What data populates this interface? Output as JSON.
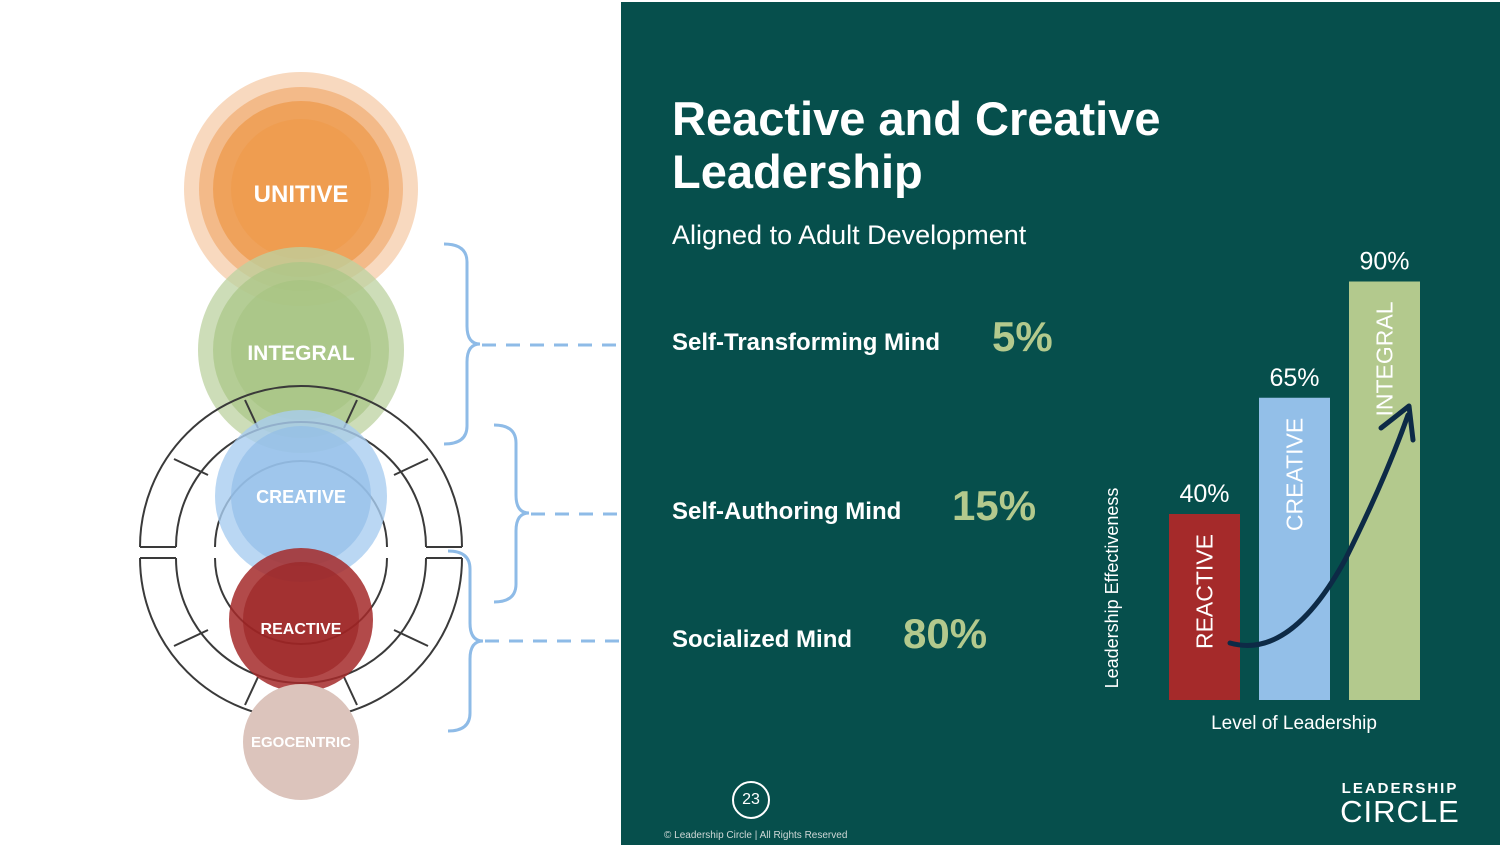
{
  "slide": {
    "title": "Reactive and Creative Leadership",
    "subtitle": "Aligned to Adult Development",
    "page_number": "23",
    "copyright": "© Leadership Circle | All Rights Reserved",
    "logo_line1": "LEADERSHIP",
    "logo_line2": "CIRCLE"
  },
  "stages": {
    "unitive": "UNITIVE",
    "integral": "INTEGRAL",
    "creative": "CREATIVE",
    "reactive": "REACTIVE",
    "egocentric": "EGOCENTRIC"
  },
  "minds": [
    {
      "label": "Self-Transforming Mind",
      "percent": "5%"
    },
    {
      "label": "Self-Authoring Mind",
      "percent": "15%"
    },
    {
      "label": "Socialized Mind",
      "percent": "80%"
    }
  ],
  "colors": {
    "panel": "#064f4c",
    "unitive": "#ef9a4a",
    "integral": "#a6c482",
    "creative": "#8ebbe7",
    "reactive": "#a52a2a",
    "egocentric": "#dcc4bc",
    "bracket": "#8ebbe7",
    "percent_text": "#b3c98d",
    "arrow": "#0d2a46"
  },
  "chart_data": {
    "type": "bar",
    "categories": [
      "REACTIVE",
      "CREATIVE",
      "INTEGRAL"
    ],
    "values": [
      40,
      65,
      90
    ],
    "value_labels": [
      "40%",
      "65%",
      "90%"
    ],
    "colors": [
      "#a52a2a",
      "#93bfe8",
      "#b3c98d"
    ],
    "xlabel": "Level of Leadership",
    "ylabel": "Leadership Effectiveness",
    "ylim": [
      0,
      100
    ],
    "grid": false,
    "legend": "none",
    "trend_arrow": true
  }
}
